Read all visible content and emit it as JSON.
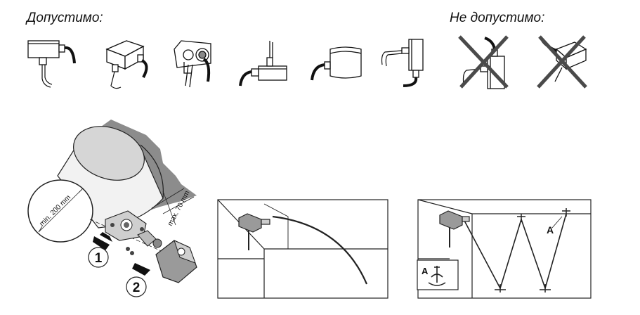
{
  "header": {
    "allowed_label": "Допустимо:",
    "forbidden_label": "Не допустимо:"
  },
  "install": {
    "diameter_label": "min. 200 mm",
    "distance_label": "max. 70 mm",
    "step1": "1",
    "step2": "2"
  },
  "duct_b": {
    "detail_label": "A",
    "point_label": "A"
  },
  "icons": {
    "allowed": [
      "sensor-horizontal-icon",
      "sensor-angled-icon",
      "sensor-front-icon",
      "sensor-top-cable-icon",
      "sensor-side-cable-icon",
      "sensor-vertical-icon"
    ],
    "forbidden": [
      "sensor-down-crossed-icon",
      "sensor-up-crossed-icon"
    ]
  }
}
